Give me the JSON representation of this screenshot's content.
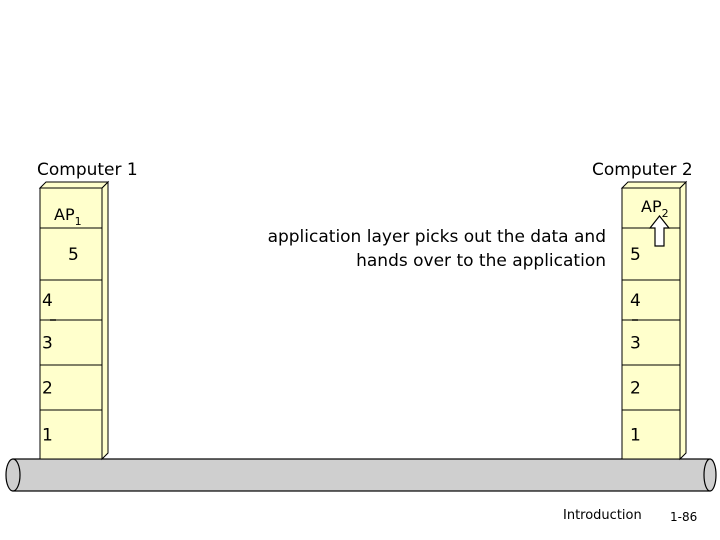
{
  "computer1": {
    "title": "Computer 1",
    "app": {
      "base": "AP",
      "sub": "1"
    },
    "layers": [
      "5",
      "4",
      "3",
      "2",
      "1"
    ]
  },
  "computer2": {
    "title": "Computer 2",
    "app": {
      "base": "AP",
      "sub": "2"
    },
    "layers": [
      "5",
      "4",
      "3",
      "2",
      "1"
    ]
  },
  "caption": {
    "line1": "application layer picks out the data and",
    "line2": "hands over to the application"
  },
  "footer": {
    "section": "Introduction",
    "page": "1-86"
  },
  "colors": {
    "box_fill": "#ffffcc",
    "box_edge": "#000000",
    "cable_fill": "#cfcfcf",
    "arrow_fill": "#ffffff"
  }
}
